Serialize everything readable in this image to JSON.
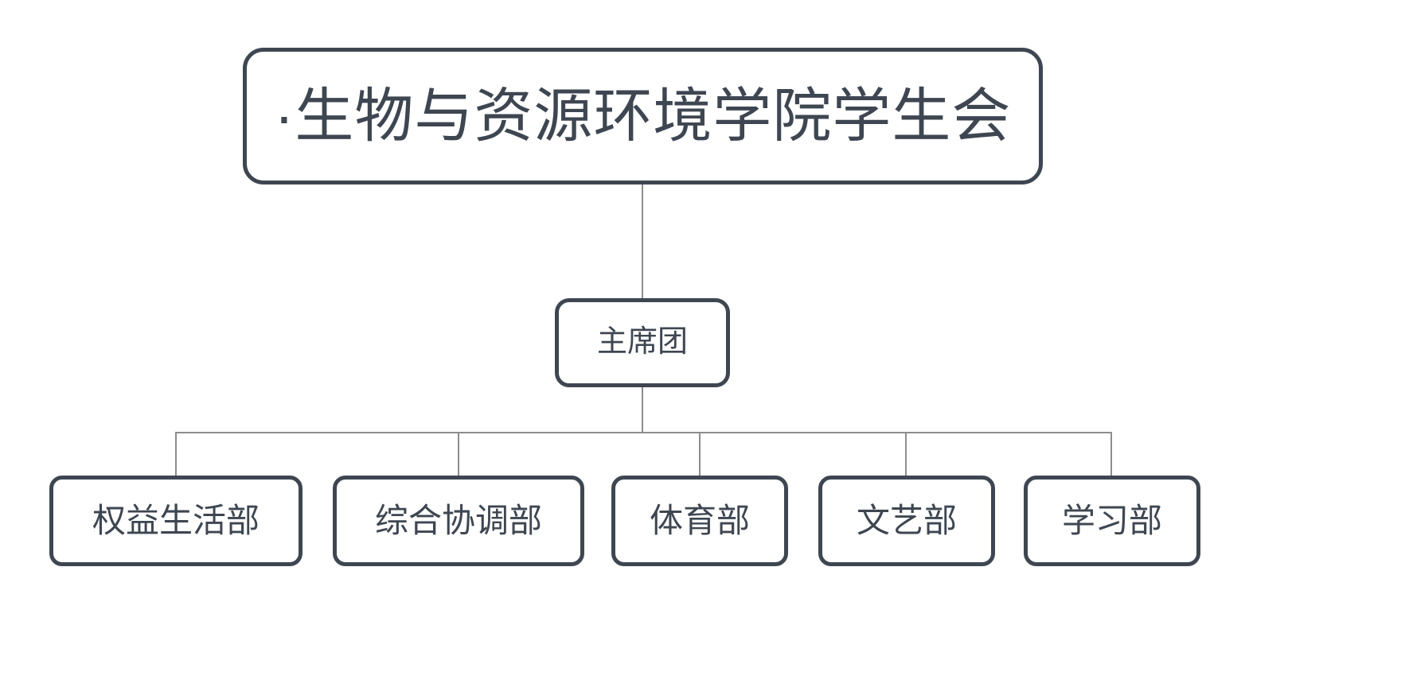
{
  "diagram": {
    "type": "organization-chart",
    "title": "·生物与资源环境学院学生会",
    "background_color": "#ffffff",
    "node_border_color": "#3e4651",
    "connector_color": "#8d8d8d",
    "text_color": "#3e4651",
    "root": {
      "label": "·生物与资源环境学院学生会"
    },
    "middle": {
      "label": "主席团"
    },
    "departments": [
      {
        "label": "权益生活部"
      },
      {
        "label": "综合协调部"
      },
      {
        "label": "体育部"
      },
      {
        "label": "文艺部"
      },
      {
        "label": "学习部"
      }
    ]
  }
}
